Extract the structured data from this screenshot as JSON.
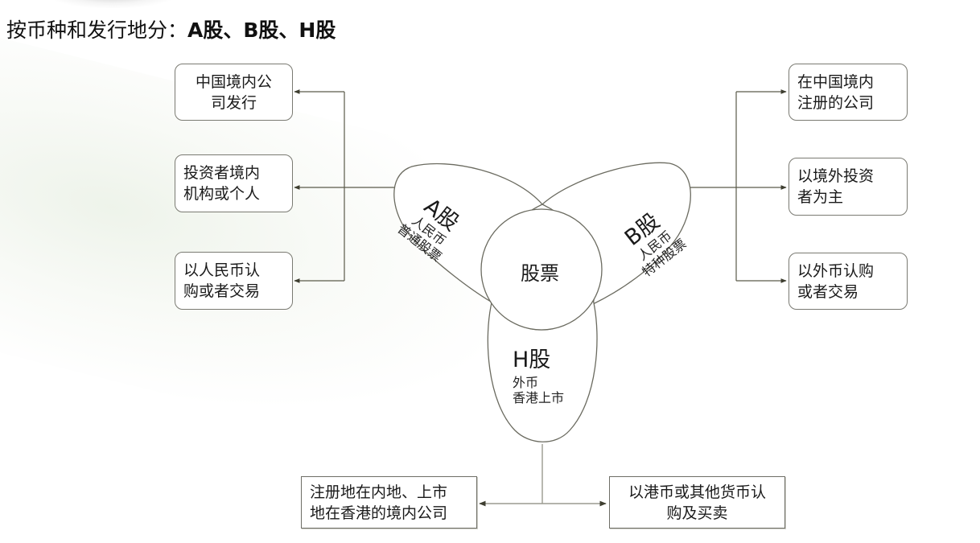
{
  "title": {
    "prefix": "按币种和发行地分：",
    "emphasis": "A股、B股、H股"
  },
  "center": {
    "label": "股票"
  },
  "leaves": {
    "a": {
      "title": "A股",
      "line1": "人民币",
      "line2": "普通股票"
    },
    "b": {
      "title": "B股",
      "line1": "人民币",
      "line2": "特种股票"
    },
    "h": {
      "title": "H股",
      "line1": "外币",
      "line2": "香港上市"
    }
  },
  "a_boxes": [
    {
      "text": "中国境内公\n司发行"
    },
    {
      "text": "投资者境内\n机构或个人"
    },
    {
      "text": "以人民币认\n购或者交易"
    }
  ],
  "b_boxes": [
    {
      "text": "在中国境内\n注册的公司"
    },
    {
      "text": "以境外投资\n者为主"
    },
    {
      "text": "以外币认购\n或者交易"
    }
  ],
  "h_boxes": [
    {
      "text": "注册地在内地、上市\n地在香港的境内公司"
    },
    {
      "text": "以港币或其他货币认\n购及买卖"
    }
  ],
  "colors": {
    "stroke": "#6b6b60",
    "connector": "#5a5a4a",
    "text": "#1a1a1a",
    "background": "#ffffff"
  }
}
